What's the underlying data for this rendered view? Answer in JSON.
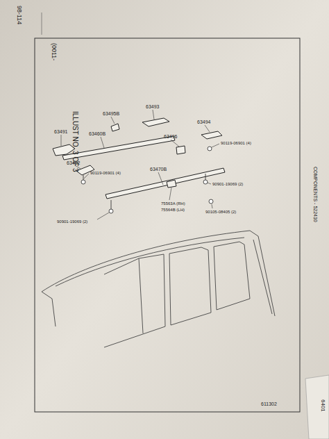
{
  "diagram": {
    "labels": [
      "98-114",
      "(0011-",
      "ILLUST NO. 3 OF 3",
      "COMPONENTS - 522410",
      "63495B",
      "63493",
      "63494",
      "63491",
      "63460B",
      "63496",
      "90119-06901 (4)",
      "63492",
      "90119-06901 (4)",
      "63470B",
      "90901-19069 (2)",
      "75563A (RH)",
      "75564B (LH)",
      "90105-08405 (2)",
      "90901-19069 (2)",
      "611302",
      "6401"
    ]
  }
}
